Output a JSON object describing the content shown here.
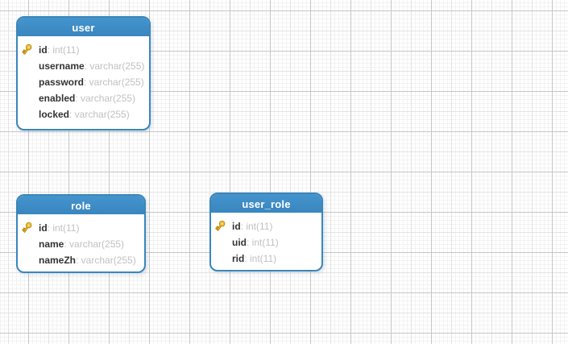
{
  "diagram": {
    "canvas": {
      "kind": "er-diagram-grid-canvas"
    },
    "tables": [
      {
        "name": "user",
        "fields": [
          {
            "name": "id",
            "type": "int(11)",
            "primary_key": true
          },
          {
            "name": "username",
            "type": "varchar(255)",
            "primary_key": false
          },
          {
            "name": "password",
            "type": "varchar(255)",
            "primary_key": false
          },
          {
            "name": "enabled",
            "type": "varchar(255)",
            "primary_key": false
          },
          {
            "name": "locked",
            "type": "varchar(255)",
            "primary_key": false
          }
        ]
      },
      {
        "name": "role",
        "fields": [
          {
            "name": "id",
            "type": "int(11)",
            "primary_key": true
          },
          {
            "name": "name",
            "type": "varchar(255)",
            "primary_key": false
          },
          {
            "name": "nameZh",
            "type": "varchar(255)",
            "primary_key": false
          }
        ]
      },
      {
        "name": "user_role",
        "fields": [
          {
            "name": "id",
            "type": "int(11)",
            "primary_key": true
          },
          {
            "name": "uid",
            "type": "int(11)",
            "primary_key": false
          },
          {
            "name": "rid",
            "type": "int(11)",
            "primary_key": false
          }
        ]
      }
    ],
    "icons": {
      "primary_key": "key-icon"
    },
    "colors": {
      "table_header_blue": "#3e8cc6",
      "table_border_blue": "#3a86ba",
      "header_text": "#ffffff",
      "field_name_text": "#333333",
      "field_type_text": "#c0c0c0",
      "key_gold": "#f7c83c",
      "key_outline": "#b8860b",
      "grid_major_line": "#c6c6c6",
      "grid_medium_line": "#e3e3e3",
      "grid_minor_line": "#f2f2f2",
      "canvas_background": "#ffffff"
    }
  }
}
